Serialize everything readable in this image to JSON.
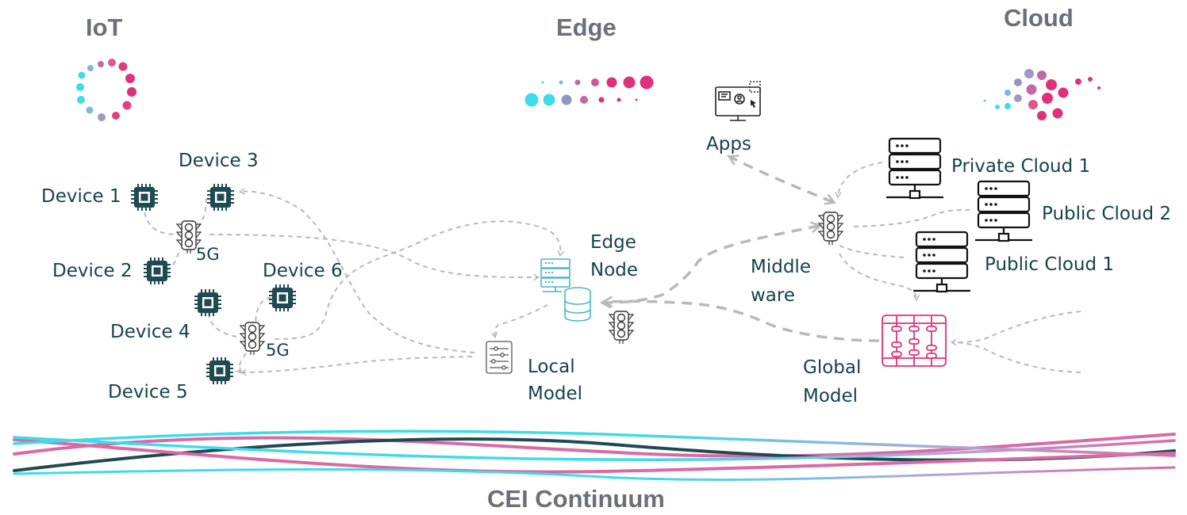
{
  "headers": {
    "iot": "IoT",
    "edge": "Edge",
    "cloud": "Cloud"
  },
  "devices": [
    "Device 1",
    "Device 2",
    "Device 3",
    "Device 4",
    "Device 5",
    "Device 6"
  ],
  "network": {
    "g1": "5G",
    "g2": "5G"
  },
  "nodes": {
    "edge_node_line1": "Edge",
    "edge_node_line2": "Node",
    "local_model_line1": "Local",
    "local_model_line2": "Model",
    "apps": "Apps",
    "middleware_line1": "Middle",
    "middleware_line2": "ware",
    "global_model_line1": "Global",
    "global_model_line2": "Model"
  },
  "clouds": {
    "private1": "Private Cloud 1",
    "public2": "Public Cloud 2",
    "public1": "Public Cloud 1"
  },
  "footer": "CEI Continuum",
  "colors": {
    "text": "#17424c",
    "header": "#6b6f78",
    "cyan": "#3fdbe8",
    "magenta": "#e0307a",
    "lavender": "#a894c4",
    "teal": "#4ab6c2",
    "dark_teal": "#1f4a52",
    "pink": "#d96aa4",
    "arrow": "#b9b9b9"
  },
  "icons": [
    "chip-icon",
    "traffic-light-icon",
    "server-icon",
    "database-icon",
    "model-icon",
    "app-monitor-icon",
    "federated-model-icon"
  ]
}
